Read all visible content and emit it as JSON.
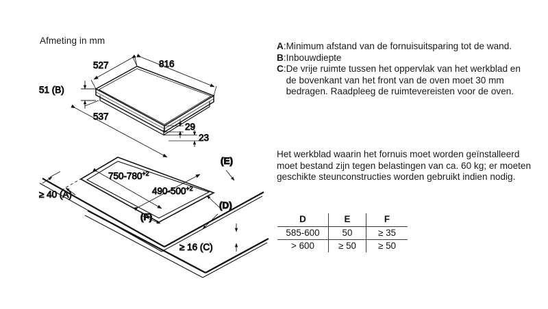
{
  "drawing": {
    "title": "Afmeting in mm",
    "dimensions": {
      "width_top": "816",
      "depth_top": "527",
      "build_in_depth": "51 (B)",
      "bottom_width": "537",
      "offset_29": "29",
      "offset_23": "23",
      "cutout_width": "750-780",
      "cutout_width_sup": "+2",
      "cutout_depth": "490-500",
      "cutout_depth_sup": "+2",
      "wall_distance": "≥ 40 (A)",
      "worktop_thickness": "≥ 16 (C)",
      "label_d": "(D)",
      "label_e": "(E)",
      "label_f": "(F)"
    }
  },
  "legend": {
    "items": [
      {
        "key": "A",
        "colon": ":",
        "text": "Minimum afstand van de fornuisuitsparing tot de wand."
      },
      {
        "key": "B",
        "colon": ":",
        "text": "Inbouwdiepte"
      },
      {
        "key": "C",
        "colon": ":",
        "text": "De vrije ruimte tussen het oppervlak van het werkblad en de bovenkant van het front van de oven moet 30 mm bedragen. Raadpleeg de ruimtevereisten voor de oven."
      }
    ]
  },
  "note": {
    "text": "Het werkblad waarin het fornuis moet worden geïnstalleerd moet bestand zijn tegen belastingen van ca. 60 kg; er moeten geschikte steunconstructies worden gebruikt indien nodig."
  },
  "table": {
    "headers": [
      "D",
      "E",
      "F"
    ],
    "rows": [
      [
        "585-600",
        "50",
        "≥ 35"
      ],
      [
        "> 600",
        "≥ 50",
        "≥ 50"
      ]
    ]
  },
  "colors": {
    "ink": "#111111",
    "line": "#1a1a1a",
    "background": "#ffffff"
  }
}
